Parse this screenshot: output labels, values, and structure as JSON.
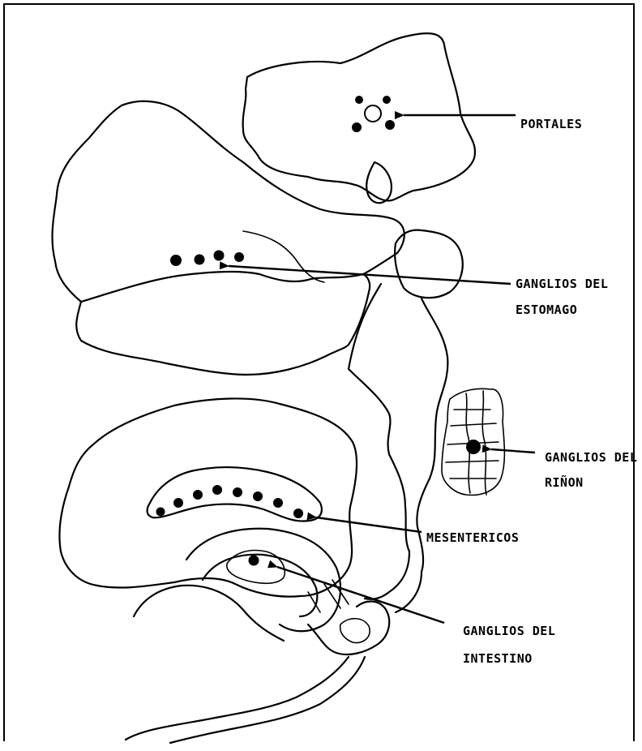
{
  "labels": {
    "portales": "PORTALES",
    "estomago_line1": "GANGLIOS DEL",
    "estomago_line2": "ESTOMAGO",
    "rinon_line1": "GANGLIOS DEL",
    "rinon_line2": "RIÑON",
    "mesentericos": "MESENTERICOS",
    "intestino_line1": "GANGLIOS DEL",
    "intestino_line2": "INTESTINO"
  },
  "colors": {
    "ink": "#000000",
    "paper": "#ffffff"
  }
}
